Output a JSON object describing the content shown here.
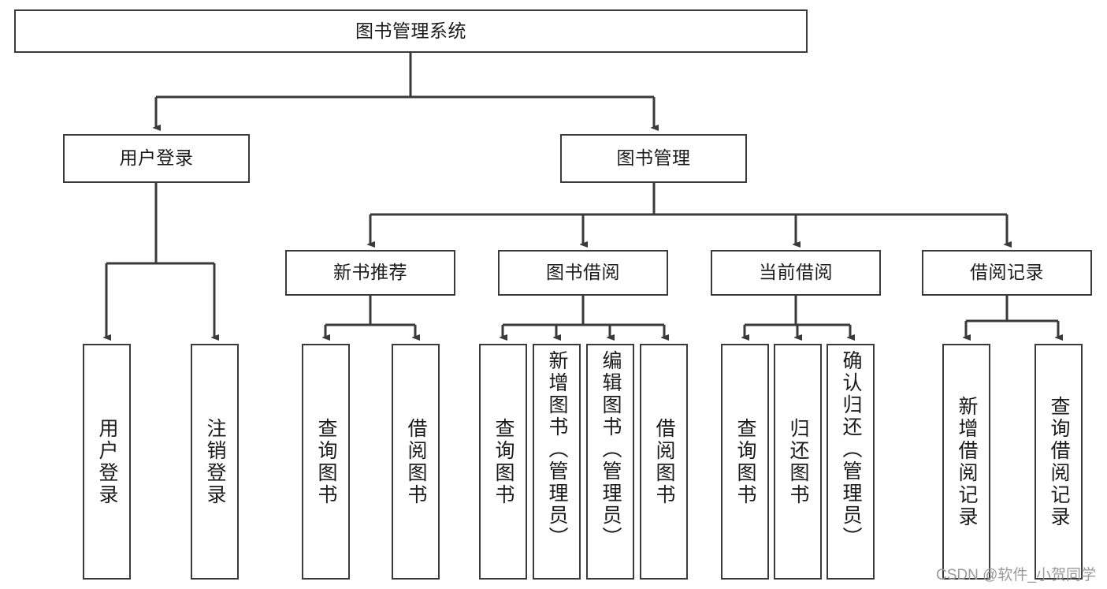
{
  "diagram": {
    "title_node": {
      "label": "图书管理系统"
    },
    "tier2": [
      {
        "id": "user-login",
        "label": "用户登录"
      },
      {
        "id": "book-management",
        "label": "图书管理"
      }
    ],
    "tier3": [
      {
        "id": "new-book-recommend",
        "label": "新书推荐"
      },
      {
        "id": "book-borrow",
        "label": "图书借阅"
      },
      {
        "id": "current-borrow",
        "label": "当前借阅"
      },
      {
        "id": "borrow-record",
        "label": "借阅记录"
      }
    ],
    "leaves": {
      "user_login": [
        {
          "id": "leaf-user-login",
          "label": "用户登录",
          "align": "centered"
        },
        {
          "id": "leaf-logout",
          "label": "注销登录",
          "align": "centered"
        }
      ],
      "new_book_recommend": [
        {
          "id": "leaf-query-book-1",
          "label": "查询图书",
          "align": "centered"
        },
        {
          "id": "leaf-borrow-book-1",
          "label": "借阅图书",
          "align": "centered"
        }
      ],
      "book_borrow": [
        {
          "id": "leaf-query-book-2",
          "label": "查询图书",
          "align": "centered"
        },
        {
          "id": "leaf-add-book",
          "label": "新增图书（管理员）",
          "align": "top"
        },
        {
          "id": "leaf-edit-book",
          "label": "编辑图书（管理员）",
          "align": "top"
        },
        {
          "id": "leaf-borrow-book-2",
          "label": "借阅图书",
          "align": "centered"
        }
      ],
      "current_borrow": [
        {
          "id": "leaf-query-book-3",
          "label": "查询图书",
          "align": "centered"
        },
        {
          "id": "leaf-return-book",
          "label": "归还图书",
          "align": "centered"
        },
        {
          "id": "leaf-confirm-return",
          "label": "确认归还（管理员）",
          "align": "top"
        }
      ],
      "borrow_record": [
        {
          "id": "leaf-add-record",
          "label": "新增借阅记录",
          "align": "centered"
        },
        {
          "id": "leaf-query-record",
          "label": "查询借阅记录",
          "align": "centered"
        }
      ]
    },
    "watermark": {
      "text": "CSDN @软件_小贺同学"
    },
    "colors": {
      "stroke": "#3a3a3a",
      "background": "#ffffff",
      "text": "#1b1b1b",
      "watermark": "#9a9a9a"
    }
  }
}
